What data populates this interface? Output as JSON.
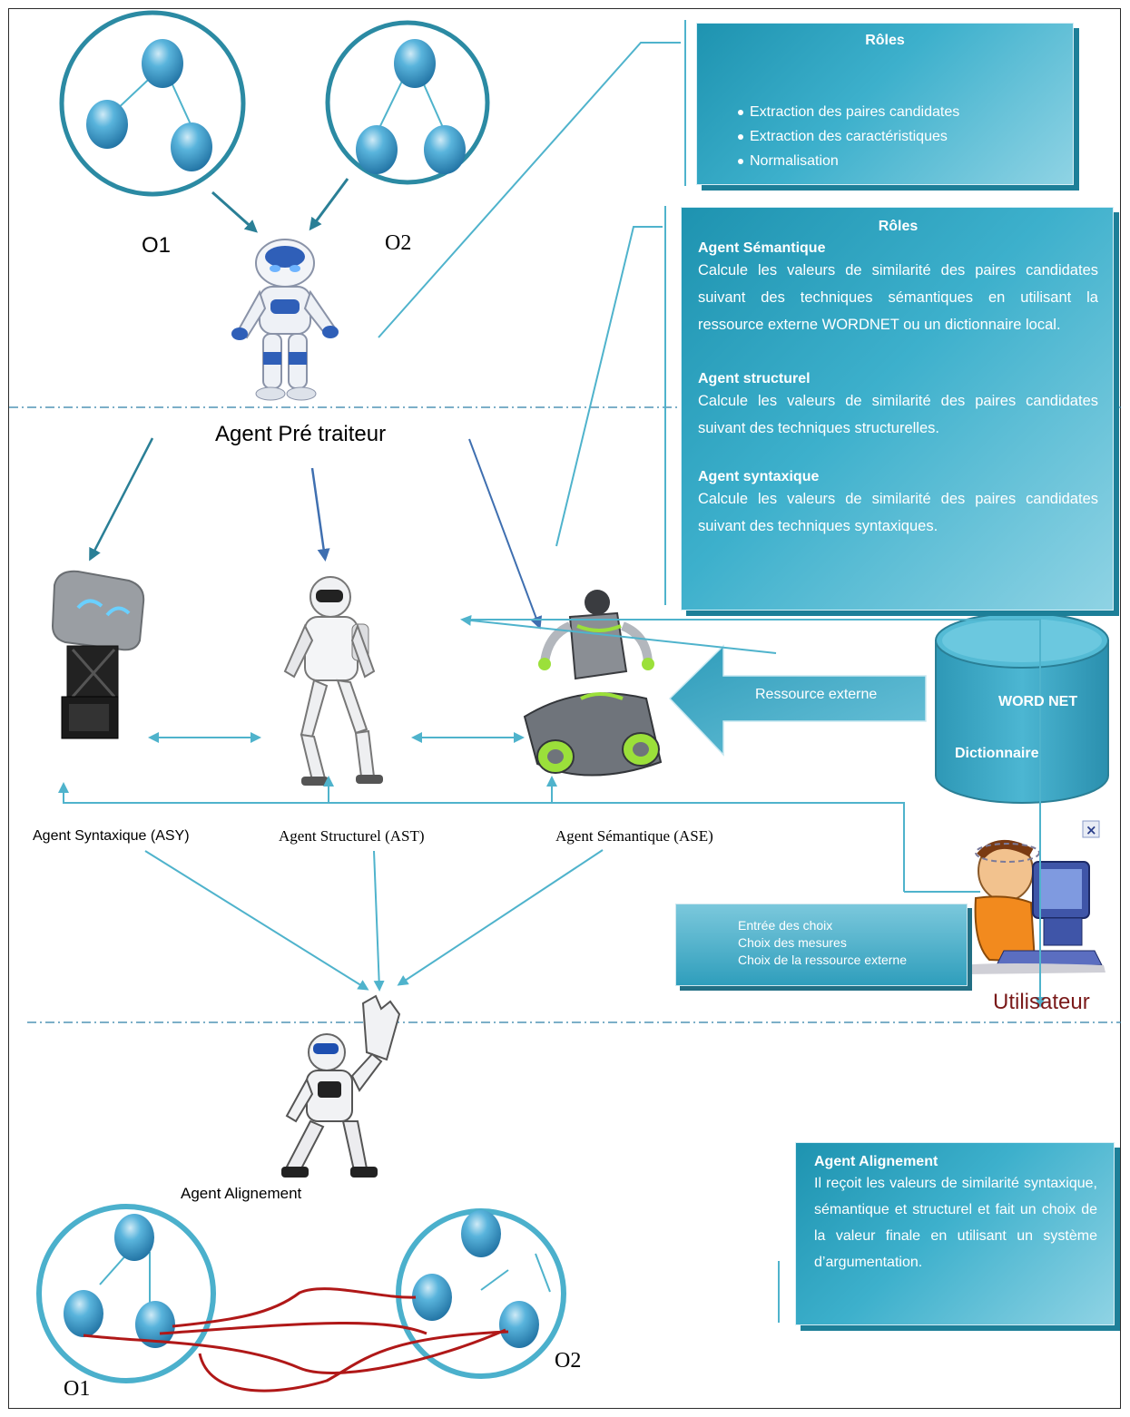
{
  "ontologies_top": {
    "o1": "O1",
    "o2": "O2"
  },
  "ontologies_bottom": {
    "o1": "O1",
    "o2": "O2"
  },
  "agents": {
    "preprocessor": "Agent Pré traiteur",
    "syntactic": "Agent Syntaxique (ASY)",
    "structural": "Agent Structurel (AST)",
    "semantic": "Agent Sémantique (ASE)",
    "alignment": "Agent Alignement"
  },
  "roles_box_1": {
    "title": "Rôles",
    "items": [
      "Extraction des paires candidates",
      "Extraction des caractéristiques",
      "Normalisation"
    ]
  },
  "roles_box_2": {
    "title": "Rôles",
    "semantic_title": "Agent Sémantique",
    "semantic_text": "Calcule les valeurs de similarité des paires candidates suivant des techniques sémantiques en utilisant la ressource externe WORDNET ou un dictionnaire local.",
    "structural_title": "Agent structurel",
    "structural_text": "Calcule les valeurs de similarité des paires candidates suivant des techniques structurelles.",
    "syntactic_title": "Agent syntaxique",
    "syntactic_text": "Calcule les valeurs de similarité des paires candidates suivant des techniques syntaxiques."
  },
  "external_resource": {
    "arrow_label": "Ressource externe",
    "wordnet": "WORD NET",
    "dictionary": "Dictionnaire"
  },
  "user": {
    "label": "Utilisateur",
    "choices": [
      "Entrée des choix",
      "Choix des mesures",
      "Choix de la ressource externe"
    ]
  },
  "alignment_box": {
    "title": "Agent Alignement",
    "text": "Il reçoit les valeurs de similarité syntaxique, sémantique et structurel et fait un choix de la valeur finale en utilisant un système d’argumentation."
  },
  "colors": {
    "teal_line": "#4fb3cc",
    "dark_teal": "#2a7f96",
    "node_blue": "#3a9cc8",
    "match_red": "#b01818",
    "user_label": "#7a1a1a"
  }
}
